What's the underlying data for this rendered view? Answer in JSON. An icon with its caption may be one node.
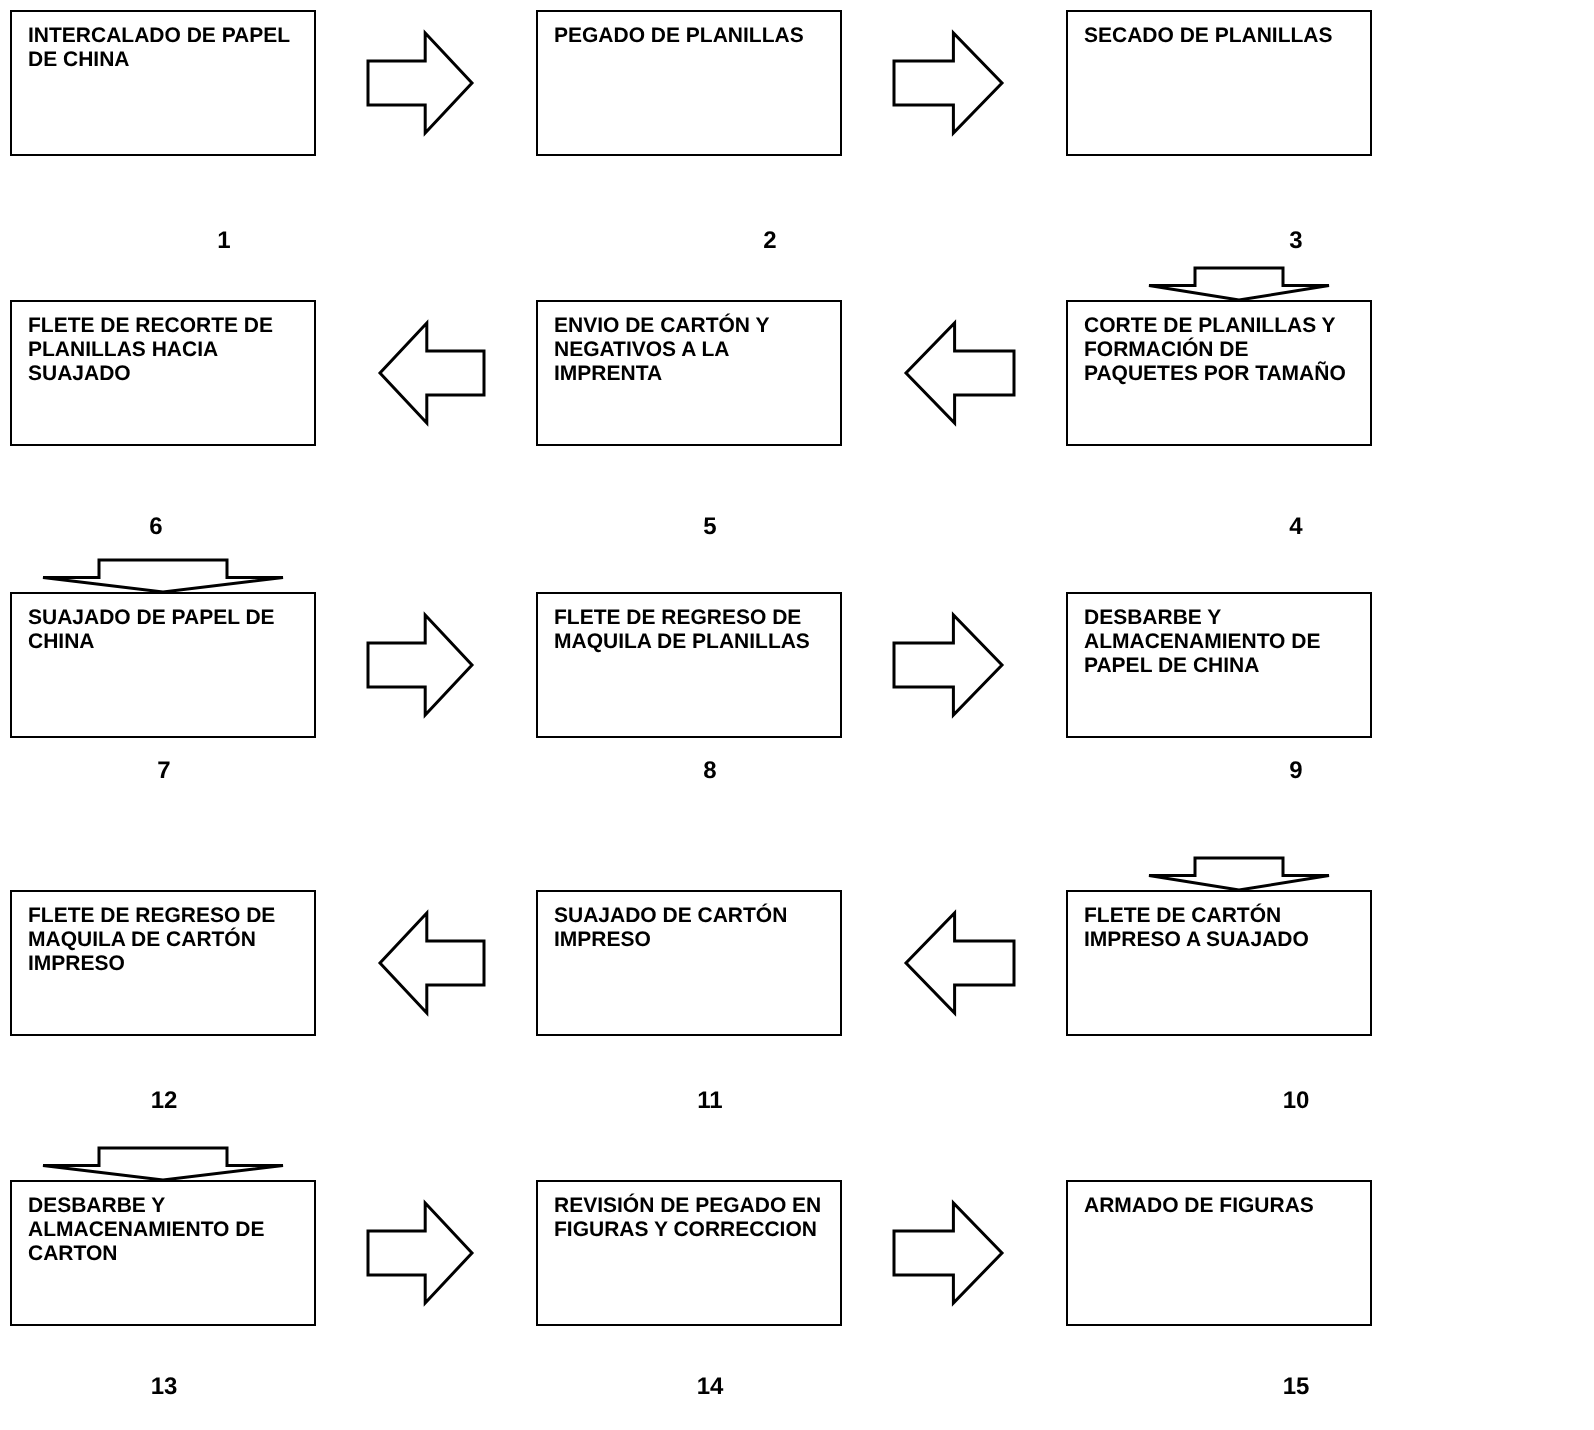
{
  "diagram": {
    "nodes": [
      {
        "text": [
          "INTERCALADO DE PAPEL DE CHINA"
        ],
        "beside": [
          "1"
        ]
      },
      {
        "text": [
          "PEGADO DE PLANILLAS"
        ],
        "beside": [
          "2"
        ]
      },
      {
        "text": [
          "SECADO DE PLANILLAS"
        ],
        "beside": [
          "3"
        ]
      },
      {
        "text": [
          "CORTE DE PLANILLAS Y FORMACIÓN DE PAQUETES POR TAMAÑO"
        ],
        "beside": [
          "4"
        ]
      },
      {
        "text": [
          "ENVIO DE CARTÓN Y NEGATIVOS A LA IMPRENTA"
        ],
        "beside": [
          "5"
        ]
      },
      {
        "text": [
          "FLETE DE RECORTE DE PLANILLAS HACIA SUAJADO"
        ],
        "beside": [
          "6"
        ]
      },
      {
        "text": [
          "SUAJADO DE PAPEL DE CHINA"
        ],
        "beside": [
          "7"
        ]
      },
      {
        "text": [
          "FLETE DE REGRESO DE MAQUILA DE PLANILLAS"
        ],
        "beside": [
          "8"
        ]
      },
      {
        "text": [
          "DESBARBE Y ALMACENAMIENTO DE PAPEL DE CHINA"
        ],
        "beside": [
          "9"
        ]
      },
      {
        "text": [
          "FLETE DE CARTÓN IMPRESO A SUAJADO"
        ],
        "beside": [
          "10"
        ]
      },
      {
        "text": [
          "SUAJADO DE CARTÓN IMPRESO"
        ],
        "beside": [
          "11"
        ]
      },
      {
        "text": [
          "FLETE DE REGRESO DE MAQUILA DE CARTÓN IMPRESO"
        ],
        "beside": [
          "12"
        ]
      },
      {
        "text": [
          "DESBARBE Y ALMACENAMIENTO DE CARTON"
        ],
        "beside": [
          "13"
        ]
      },
      {
        "text": [
          "REVISIÓN DE PEGADO EN FIGURAS Y CORRECCION"
        ],
        "beside": [
          "14"
        ]
      },
      {
        "text": [
          "ARMADO DE FIGURAS"
        ],
        "beside": [
          "15"
        ]
      }
    ],
    "edges": [
      {
        "from": 0,
        "to": 1,
        "arrow": "to"
      },
      {
        "from": 1,
        "to": 2,
        "arrow": "to"
      },
      {
        "from": 2,
        "to": 3,
        "arrow": "to"
      },
      {
        "from": 3,
        "to": 4,
        "arrow": "to"
      },
      {
        "from": 4,
        "to": 5,
        "arrow": "to"
      },
      {
        "from": 5,
        "to": 6,
        "arrow": "to"
      },
      {
        "from": 6,
        "to": 7,
        "arrow": "to"
      },
      {
        "from": 7,
        "to": 8,
        "arrow": "to"
      },
      {
        "from": 8,
        "to": 9,
        "arrow": "to"
      },
      {
        "from": 9,
        "to": 10,
        "arrow": "to"
      },
      {
        "from": 10,
        "to": 11,
        "arrow": "to"
      },
      {
        "from": 11,
        "to": 12,
        "arrow": "to"
      },
      {
        "from": 12,
        "to": 13,
        "arrow": "to"
      },
      {
        "from": 13,
        "to": 14,
        "arrow": "to"
      }
    ]
  }
}
